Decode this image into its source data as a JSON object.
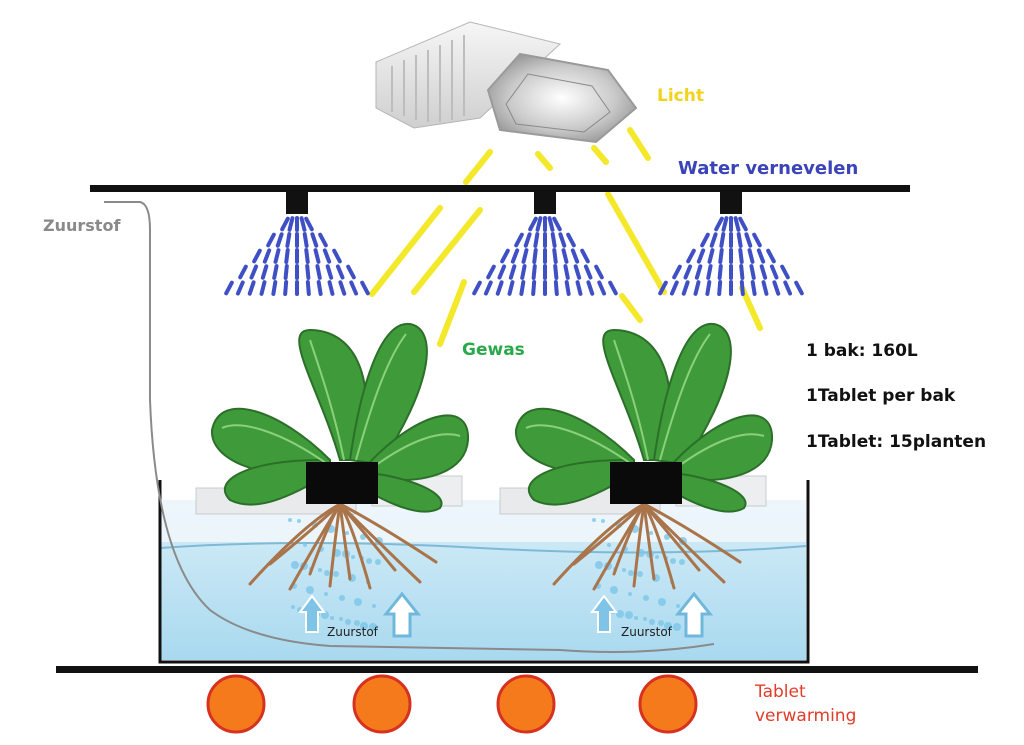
{
  "labels": {
    "light": "Licht",
    "water_misting": "Water vernevelen",
    "oxygen_left": "Zuurstof",
    "crop": "Gewas",
    "info_line1": "1 bak: 160L",
    "info_line2": "1Tablet per bak",
    "info_line3": "1Tablet: 15planten",
    "oxygen_tank1": "Zuurstof",
    "oxygen_tank2": "Zuurstof",
    "heating_line1": "Tablet",
    "heating_line2": "verwarming"
  },
  "colors": {
    "light_text": "#f2d21b",
    "water_text": "#3a44b8",
    "oxygen_text": "#8a8a8a",
    "crop_text": "#2aa84a",
    "info_text": "#111111",
    "heating_text": "#e23c2a",
    "heater_fill": "#f47a1c",
    "heater_stroke": "#d6321f",
    "water_fill": "#bfe3f2",
    "spray": "#3f4fc4",
    "light_ray": "#f3e82a",
    "leaf": "#3f9a3a",
    "root": "#a9744a"
  },
  "icons": {
    "lamp": "grow-lamp-icon",
    "nozzle": "spray-nozzle-icon",
    "plant": "lettuce-plant-icon",
    "heater": "heater-pad-icon",
    "arrow": "arrow-up-icon"
  }
}
